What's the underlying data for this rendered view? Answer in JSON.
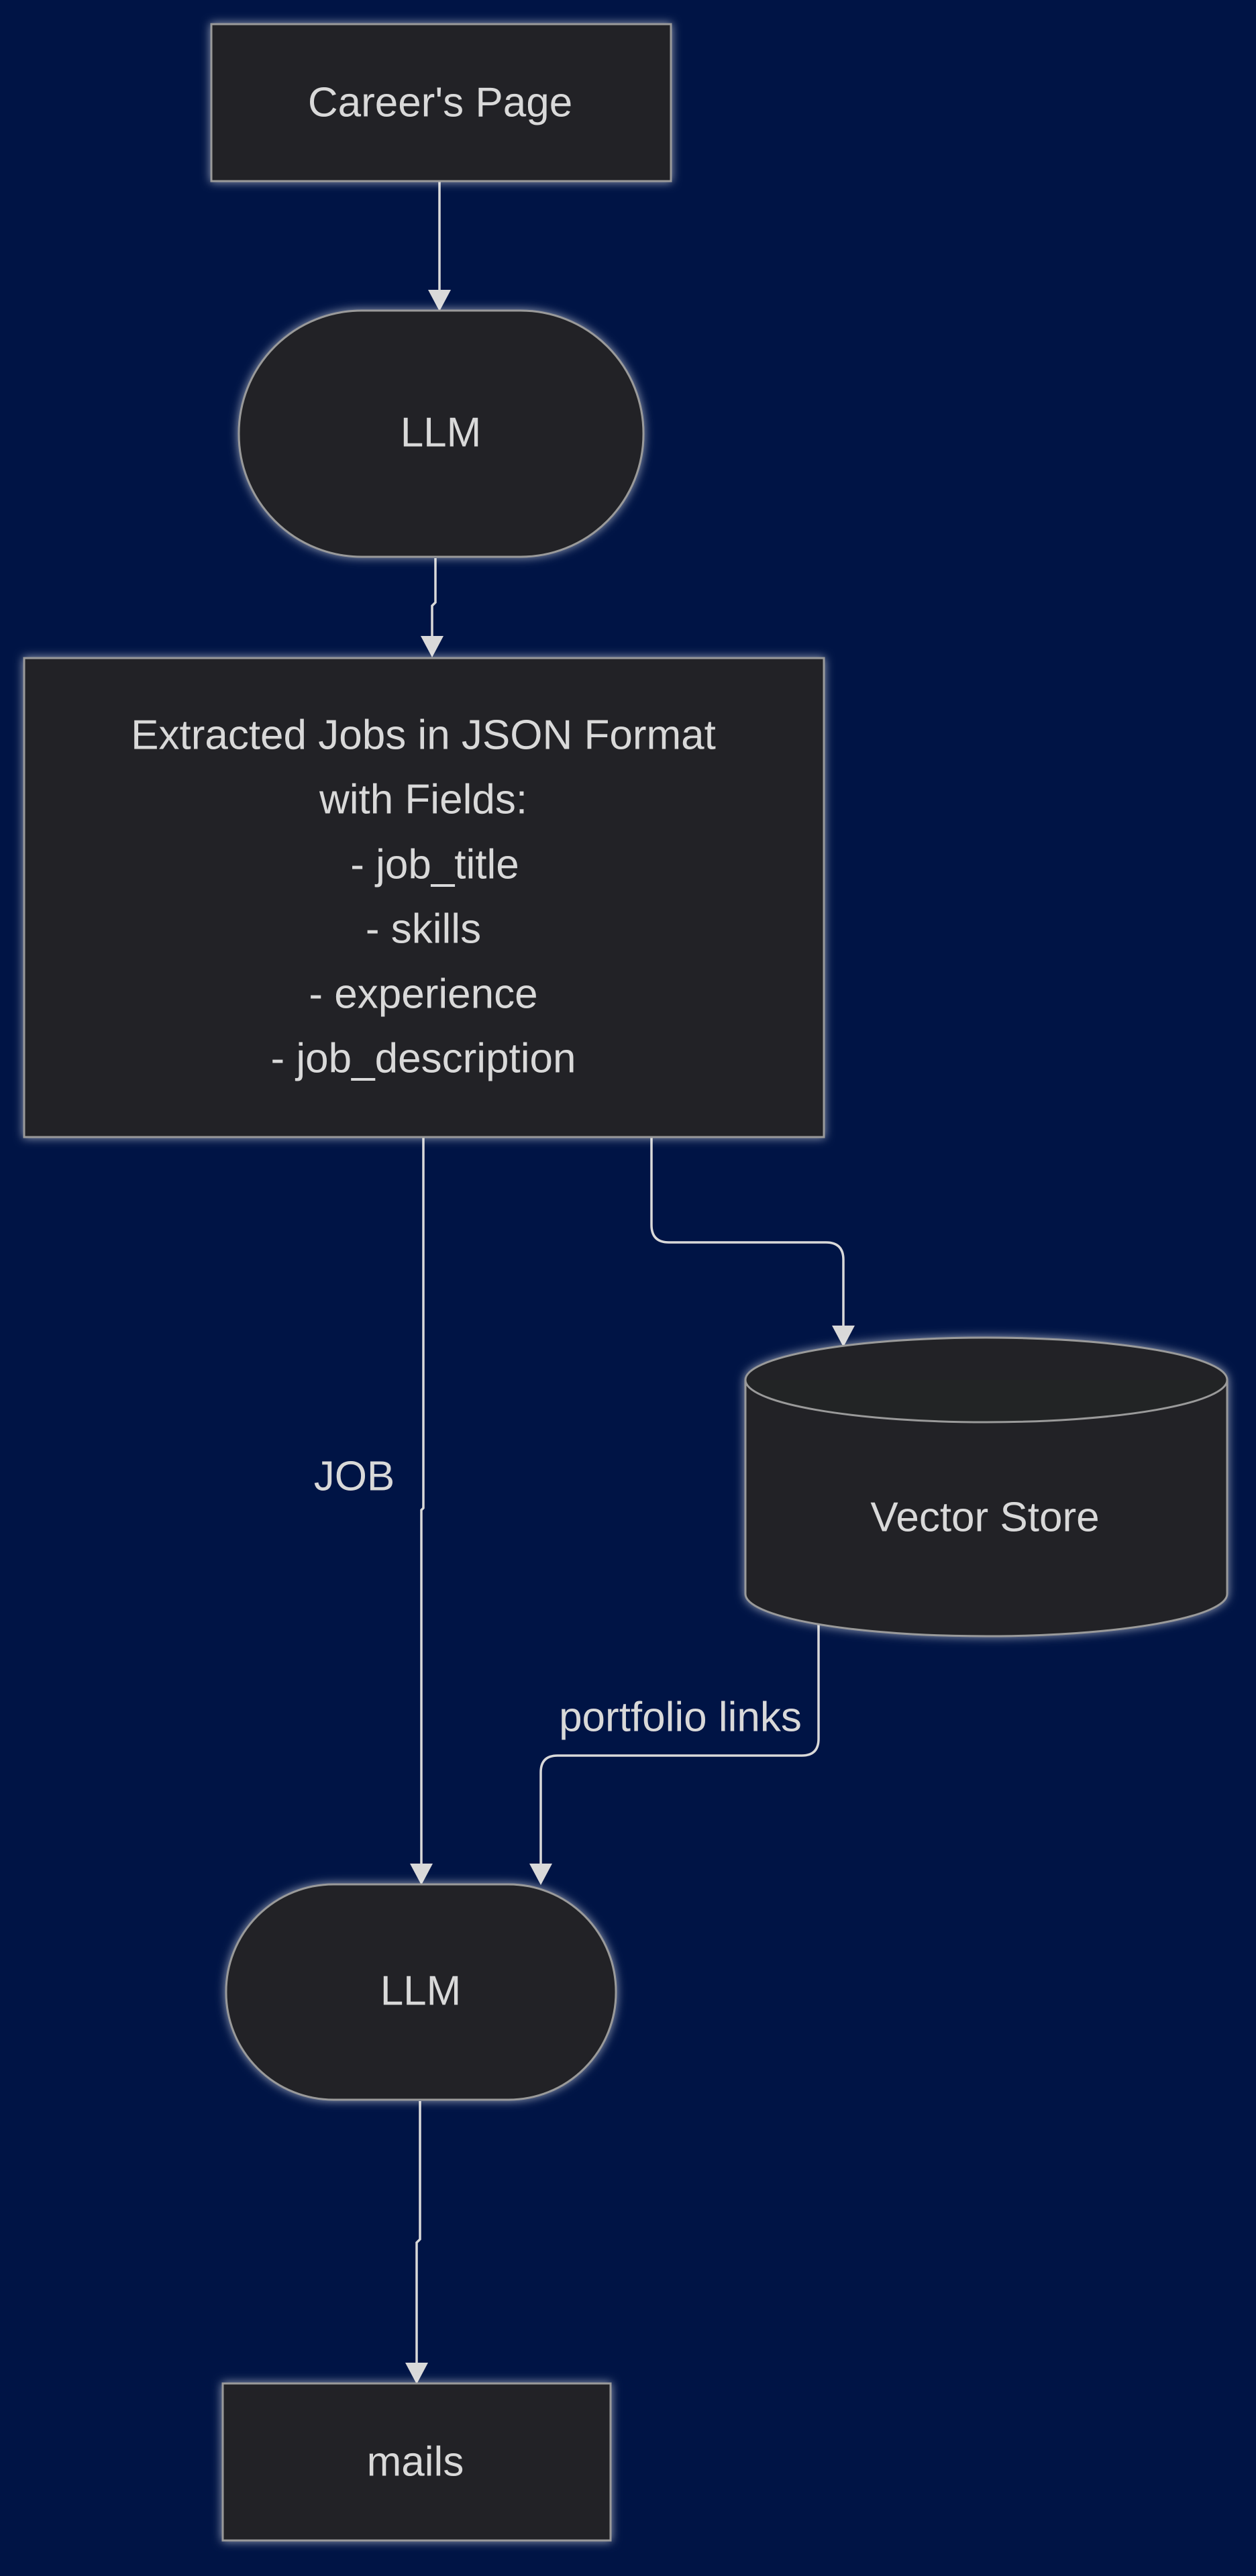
{
  "colors": {
    "background": "#001445",
    "node_fill": "#222425",
    "node_stroke": "#9a9a9a",
    "text": "#d9d9d9",
    "edge": "#d9d9d9"
  },
  "nodes": {
    "careers_page": {
      "label": "Career's Page",
      "shape": "rectangle"
    },
    "llm_extract": {
      "label": "LLM",
      "shape": "stadium"
    },
    "extracted_jobs": {
      "shape": "rectangle",
      "lines": [
        "Extracted Jobs in JSON Format",
        "with Fields:",
        "- job_title",
        "- skills",
        "- experience",
        "- job_description"
      ]
    },
    "vector_store": {
      "label": "Vector Store",
      "shape": "cylinder"
    },
    "llm_write": {
      "label": "LLM",
      "shape": "stadium"
    },
    "mails": {
      "label": "mails",
      "shape": "rectangle"
    }
  },
  "edges": {
    "job": {
      "from": "extracted_jobs",
      "to": "llm_write",
      "label": "JOB"
    },
    "portfolio_links": {
      "from": "vector_store",
      "to": "llm_write",
      "label": "portfolio links"
    }
  }
}
